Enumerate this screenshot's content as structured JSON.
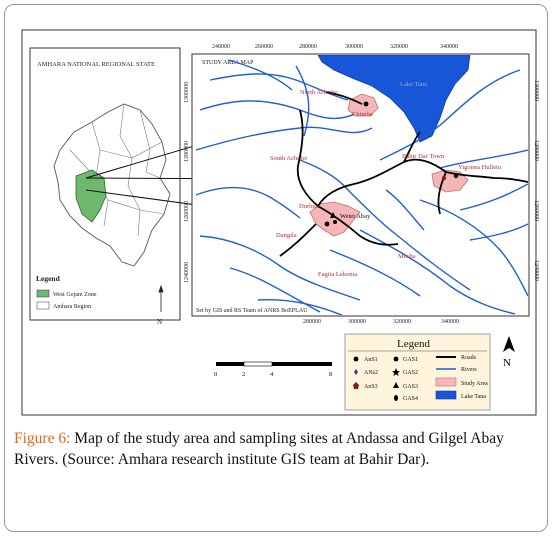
{
  "inset_map": {
    "title": "AMHARA NATIONAL REGIONAL STATE",
    "legend": {
      "title": "Legend",
      "items": [
        {
          "label": "West Gojam Zone",
          "color": "#6fb86f"
        },
        {
          "label": "Amhara Region",
          "color": "#ffffff"
        }
      ]
    }
  },
  "main_map": {
    "title": "STUDY AREA MAP",
    "credit": "Set by GIS and RS Team of ANRS BoEPLAU",
    "top_ticks": [
      "240000",
      "260000",
      "280000",
      "300000",
      "320000",
      "340000"
    ],
    "bottom_ticks": [
      "280000",
      "300000",
      "320000",
      "340000"
    ],
    "left_ticks": [
      "1300000",
      "1280000",
      "1260000",
      "1240000"
    ],
    "right_ticks": [
      "1300000",
      "1280000",
      "1260000",
      "1240000"
    ],
    "place_labels": {
      "lake_tana": "Lake Tana",
      "north_achefer": "North Achefer",
      "chimba": "Chimba",
      "south_achefer": "South Achefer",
      "bahir_dar": "Bahir Dar Town",
      "yigonna_hulletu": "Yigonna Hulletu",
      "durbete": "Durbete",
      "wetet_abay": "Wetet Abay",
      "dangila": "Dangila",
      "mecha": "Mecha",
      "fagita_lekoma": "Fagita Lekoma"
    },
    "colors": {
      "river": "#1f5fd1",
      "road": "#000000",
      "study_area": "#f4b6b6",
      "lake": "#1756d8",
      "inset_zone": "#6fb86f"
    }
  },
  "scale_bar": {
    "ticks": [
      "0",
      "2",
      "4",
      "8"
    ]
  },
  "legend": {
    "title": "Legend",
    "sites": [
      "AnS1",
      "ANs2",
      "AnS3",
      "GAS1",
      "GAS2",
      "GAS3",
      "GAS4"
    ],
    "layers": [
      "Roads",
      "Rivers",
      "Study Area",
      "Lake Tana"
    ]
  },
  "caption": {
    "figure_label": "Figure 6:",
    "text": "Map of the study area and sampling sites at Andassa and Gilgel Abay Rivers. (Source: Amhara research institute GIS team at Bahir Dar)."
  }
}
